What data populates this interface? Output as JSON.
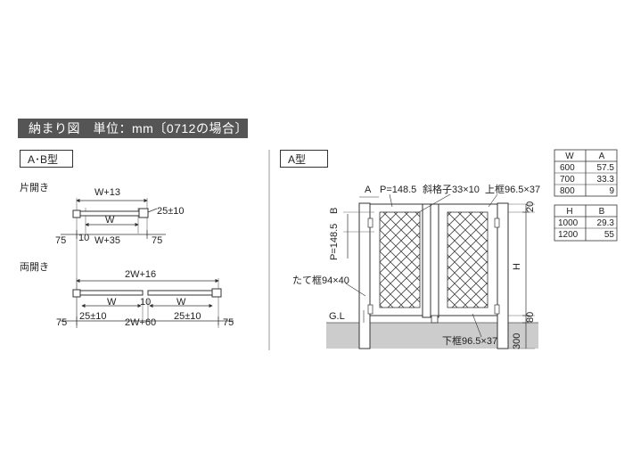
{
  "header": {
    "title": "納まり図　単位：mm〔0712の場合〕"
  },
  "tags": {
    "ab_type": "A･B型",
    "a_type": "A型"
  },
  "ab_section": {
    "single_label": "片開き",
    "double_label": "両開き",
    "single": {
      "top": "W+13",
      "mid": "W",
      "right_tol": "25±10",
      "left_75": "75",
      "small_10": "10",
      "bottom": "W+35",
      "right_75": "75"
    },
    "double": {
      "top": "2W+16",
      "w_left": "W",
      "mid_10": "10",
      "w_right": "W",
      "left_75": "75",
      "tol_left": "25±10",
      "bottom": "2W+60",
      "tol_right": "25±10",
      "right_75": "75"
    }
  },
  "a_section": {
    "label_a": "A",
    "pitch_top": "P=148.5",
    "lattice": "斜格子33×10",
    "top_frame": "上框96.5×37",
    "dim_20": "20",
    "pitch_side": "P=148.5",
    "label_b": "B",
    "label_h": "H",
    "stile": "たて框94×40",
    "gl": "G.L",
    "dim_80": "80",
    "bottom_frame": "下框96.5×37",
    "dim_300": "300"
  },
  "table_wa": {
    "headers": [
      "W",
      "A"
    ],
    "rows": [
      [
        "600",
        "57.5"
      ],
      [
        "700",
        "33.3"
      ],
      [
        "800",
        "9"
      ]
    ]
  },
  "table_hb": {
    "headers": [
      "H",
      "B"
    ],
    "rows": [
      [
        "1000",
        "29.3"
      ],
      [
        "1200",
        "55"
      ]
    ]
  }
}
